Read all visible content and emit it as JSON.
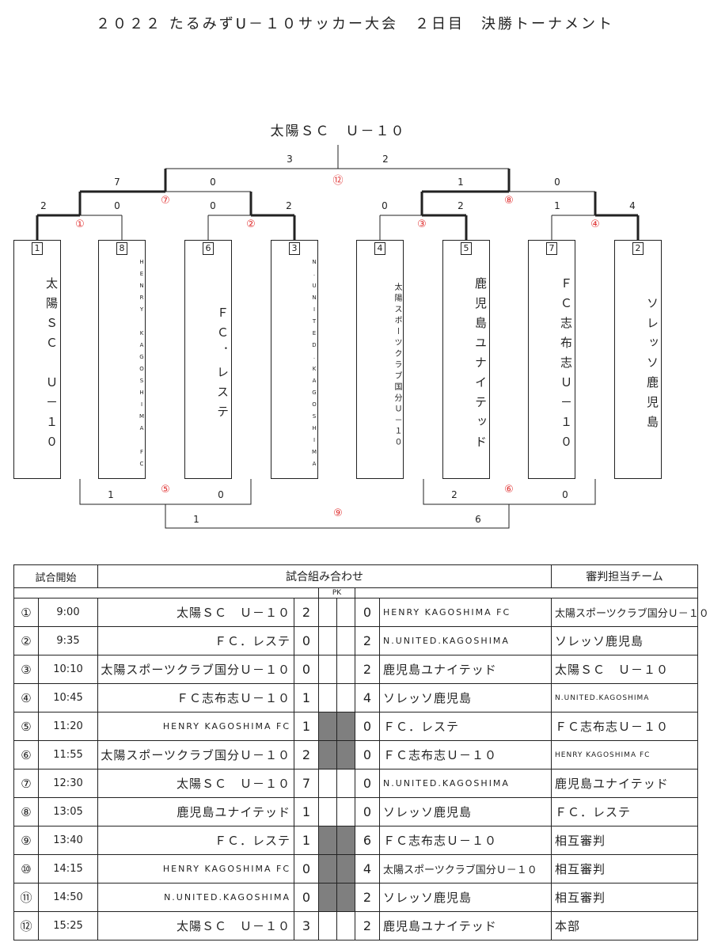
{
  "title": "２０２２ たるみずU－１０サッカー大会　２日目　決勝トーナメント",
  "winner": "太陽ＳＣ　Ｕ－１０",
  "teams": [
    {
      "seed": "1",
      "name": "太陽ＳＣ　Ｕ－１０"
    },
    {
      "seed": "8",
      "name": "HENRY KAGOSHIMA FC"
    },
    {
      "seed": "6",
      "name": "ＦＣ．レステ"
    },
    {
      "seed": "3",
      "name": "N.UNITED.KAGOSHIMA"
    },
    {
      "seed": "4",
      "name": "太陽スポーツクラブ国分Ｕ－１０"
    },
    {
      "seed": "5",
      "name": "鹿児島ユナイテッド"
    },
    {
      "seed": "7",
      "name": "ＦＣ志布志Ｕ－１０"
    },
    {
      "seed": "2",
      "name": "ソレッソ鹿児島"
    }
  ],
  "bracket_scores": {
    "m1": [
      "2",
      "0"
    ],
    "m2": [
      "0",
      "2"
    ],
    "m3": [
      "0",
      "2"
    ],
    "m4": [
      "1",
      "4"
    ],
    "m7": [
      "7",
      "0"
    ],
    "m8": [
      "1",
      "0"
    ],
    "m12": [
      "3",
      "2"
    ],
    "m5": [
      "1",
      "0"
    ],
    "m6": [
      "2",
      "0"
    ],
    "m9": [
      "1",
      "6"
    ]
  },
  "match_labels": {
    "m1": "①",
    "m2": "②",
    "m3": "③",
    "m4": "④",
    "m5": "⑤",
    "m6": "⑥",
    "m7": "⑦",
    "m8": "⑧",
    "m9": "⑨",
    "m12": "⑫"
  },
  "schedule": {
    "headers": {
      "start": "試合開始",
      "matchup": "試合組み合わせ",
      "ref": "審判担当チーム",
      "pk": "PK"
    },
    "rows": [
      {
        "no": "①",
        "time": "9:00",
        "home": "太陽ＳＣ　Ｕ－１０",
        "hs": "2",
        "as": "0",
        "away": "HENRY KAGOSHIMA FC",
        "ref": "太陽スポーツクラブ国分Ｕ－１０",
        "pk": false
      },
      {
        "no": "②",
        "time": "9:35",
        "home": "ＦＣ．レステ",
        "hs": "0",
        "as": "2",
        "away": "N.UNITED.KAGOSHIMA",
        "ref": "ソレッソ鹿児島",
        "pk": false
      },
      {
        "no": "③",
        "time": "10:10",
        "home": "太陽スポーツクラブ国分Ｕ－１０",
        "hs": "0",
        "as": "2",
        "away": "鹿児島ユナイテッド",
        "ref": "太陽ＳＣ　Ｕ－１０",
        "pk": false
      },
      {
        "no": "④",
        "time": "10:45",
        "home": "ＦＣ志布志Ｕ－１０",
        "hs": "1",
        "as": "4",
        "away": "ソレッソ鹿児島",
        "ref": "N.UNITED.KAGOSHIMA",
        "pk": false
      },
      {
        "no": "⑤",
        "time": "11:20",
        "home": "HENRY KAGOSHIMA FC",
        "hs": "1",
        "as": "0",
        "away": "ＦＣ．レステ",
        "ref": "ＦＣ志布志Ｕ－１０",
        "pk": true
      },
      {
        "no": "⑥",
        "time": "11:55",
        "home": "太陽スポーツクラブ国分Ｕ－１０",
        "hs": "2",
        "as": "0",
        "away": "ＦＣ志布志Ｕ－１０",
        "ref": "HENRY KAGOSHIMA FC",
        "pk": true
      },
      {
        "no": "⑦",
        "time": "12:30",
        "home": "太陽ＳＣ　Ｕ－１０",
        "hs": "7",
        "as": "0",
        "away": "N.UNITED.KAGOSHIMA",
        "ref": "鹿児島ユナイテッド",
        "pk": false
      },
      {
        "no": "⑧",
        "time": "13:05",
        "home": "鹿児島ユナイテッド",
        "hs": "1",
        "as": "0",
        "away": "ソレッソ鹿児島",
        "ref": "ＦＣ．レステ",
        "pk": false
      },
      {
        "no": "⑨",
        "time": "13:40",
        "home": "ＦＣ．レステ",
        "hs": "1",
        "as": "6",
        "away": "ＦＣ志布志Ｕ－１０",
        "ref": "相互審判",
        "pk": true
      },
      {
        "no": "⑩",
        "time": "14:15",
        "home": "HENRY KAGOSHIMA FC",
        "hs": "0",
        "as": "4",
        "away": "太陽スポーツクラブ国分Ｕ－１０",
        "ref": "相互審判",
        "pk": true
      },
      {
        "no": "⑪",
        "time": "14:50",
        "home": "N.UNITED.KAGOSHIMA",
        "hs": "0",
        "as": "2",
        "away": "ソレッソ鹿児島",
        "ref": "相互審判",
        "pk": true
      },
      {
        "no": "⑫",
        "time": "15:25",
        "home": "太陽ＳＣ　Ｕ－１０",
        "hs": "3",
        "as": "2",
        "away": "鹿児島ユナイテッド",
        "ref": "本部",
        "pk": false
      }
    ]
  },
  "colors": {
    "line": "#222222",
    "match_label": "#e03030",
    "pk_fill": "#7f7f7f"
  }
}
